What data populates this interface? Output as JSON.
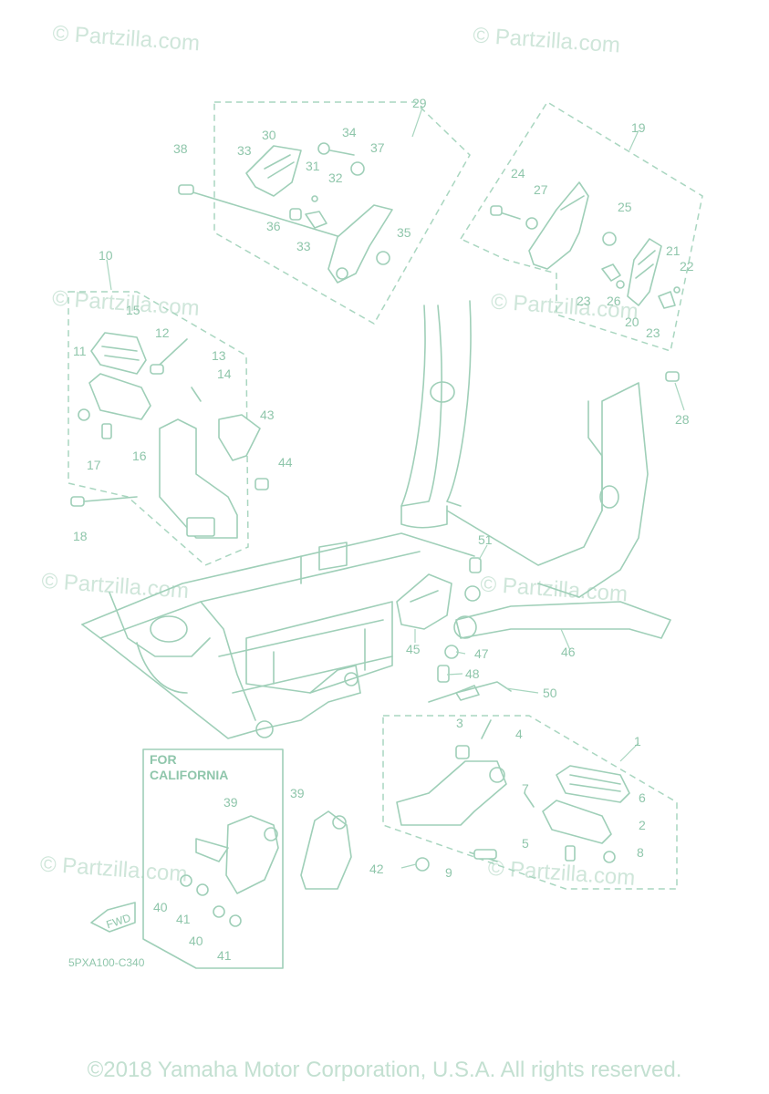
{
  "watermark": "© Partzilla.com",
  "copyright": "©2018 Yamaha Motor Corporation, U.S.A. All rights reserved.",
  "inset_title_line1": "FOR",
  "inset_title_line2": "CALIFORNIA",
  "fwd_label": "FWD",
  "diagram_code": "5PXA100-C340",
  "part_numbers": [
    "1",
    "2",
    "3",
    "4",
    "5",
    "6",
    "7",
    "8",
    "9",
    "10",
    "11",
    "12",
    "13",
    "14",
    "15",
    "16",
    "17",
    "18",
    "19",
    "20",
    "21",
    "22",
    "23",
    "24",
    "25",
    "26",
    "27",
    "28",
    "29",
    "30",
    "31",
    "32",
    "33",
    "34",
    "35",
    "36",
    "37",
    "38",
    "39",
    "40",
    "41",
    "42",
    "43",
    "44",
    "45",
    "46",
    "47",
    "48",
    "50",
    "51"
  ]
}
